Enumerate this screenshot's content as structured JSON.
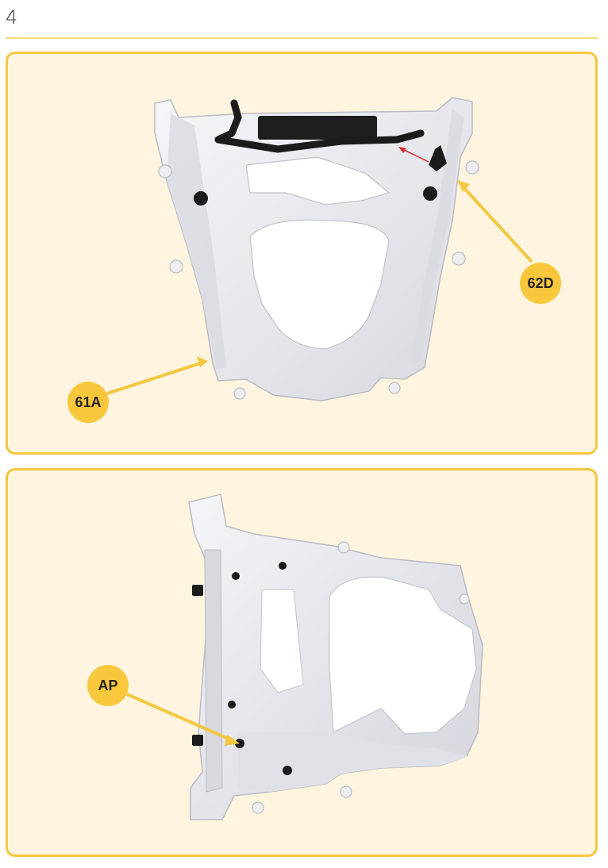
{
  "page": {
    "number": "4"
  },
  "colors": {
    "accent": "#f3c73f",
    "panel_bg": "#fff4df",
    "callout": "#f9c73b",
    "part_light": "#ecedf1",
    "part_shadow": "#c9cbd2",
    "hose": "#1b1b1b",
    "pointer": "#d12b2b"
  },
  "steps": [
    {
      "illustration": "front-frame-with-hose-assembly",
      "callouts": [
        {
          "label": "62D"
        },
        {
          "label": "61A"
        }
      ]
    },
    {
      "illustration": "front-frame-side-view",
      "callouts": [
        {
          "label": "AP"
        }
      ]
    }
  ]
}
